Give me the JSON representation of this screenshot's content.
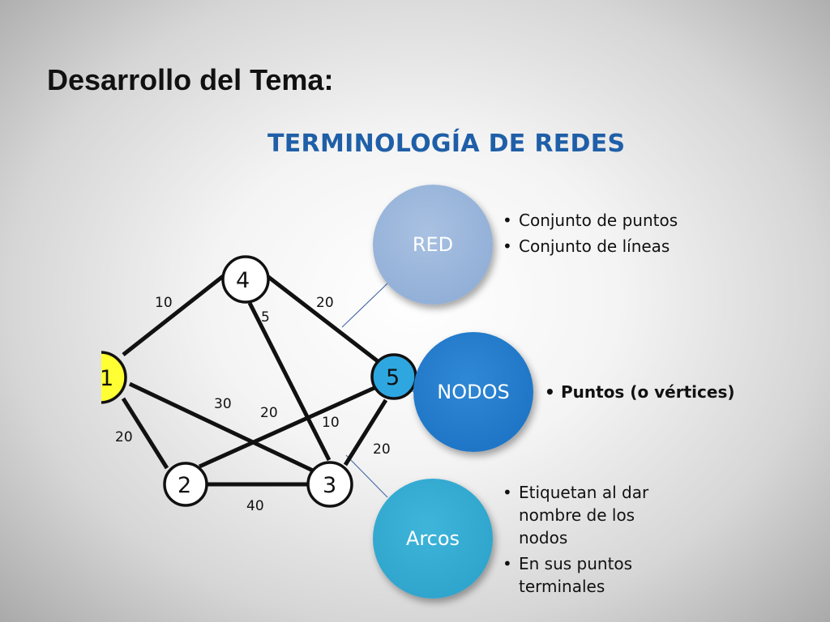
{
  "heading": "Desarrollo del Tema:",
  "subtitle": "TERMINOLOGÍA DE REDES",
  "network": {
    "nodes": [
      {
        "id": "1",
        "label": "1",
        "fill": "#ffff33"
      },
      {
        "id": "2",
        "label": "2",
        "fill": "#ffffff"
      },
      {
        "id": "3",
        "label": "3",
        "fill": "#ffffff"
      },
      {
        "id": "4",
        "label": "4",
        "fill": "#ffffff"
      },
      {
        "id": "5",
        "label": "5",
        "fill": "#2ea7e0"
      }
    ],
    "edges": [
      {
        "from": "1",
        "to": "4",
        "weight": "10"
      },
      {
        "from": "4",
        "to": "5",
        "weight": "20"
      },
      {
        "from": "4",
        "to": "3",
        "weight": "5"
      },
      {
        "from": "1",
        "to": "3",
        "weight": "30"
      },
      {
        "from": "2",
        "to": "5",
        "weight": "20"
      },
      {
        "from": "1",
        "to": "2",
        "weight": "20"
      },
      {
        "from": "5",
        "to": "3",
        "weight": "20"
      },
      {
        "from": "2",
        "to": "3",
        "weight": "40"
      },
      {
        "from": "",
        "to": "",
        "weight": "10"
      }
    ]
  },
  "concepts": [
    {
      "id": "red",
      "label": "RED",
      "color": "#8fadd6",
      "bullets": [
        "Conjunto de puntos",
        "Conjunto de líneas"
      ]
    },
    {
      "id": "nodos",
      "label": "NODOS",
      "color": "#1f78c8",
      "bullets": [
        "Puntos (o vértices)"
      ]
    },
    {
      "id": "arcos",
      "label": "Arcos",
      "color": "#2fa8d0",
      "bullets": [
        "Etiquetan al dar nombre de los nodos",
        "En sus puntos terminales"
      ]
    }
  ]
}
